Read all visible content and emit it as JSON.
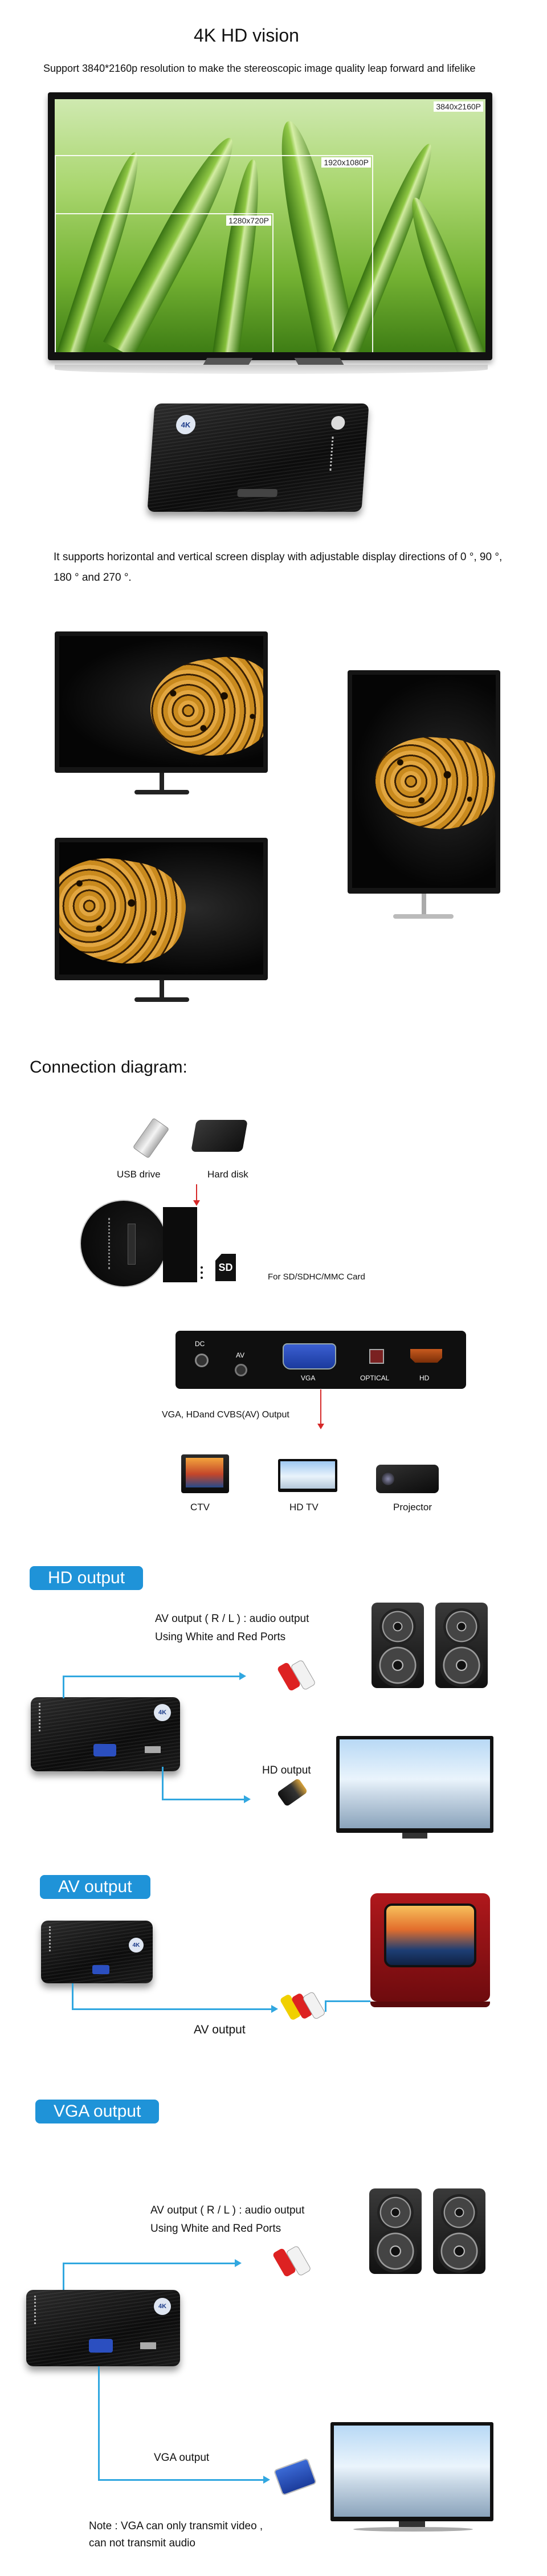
{
  "hero": {
    "title": "4K HD vision",
    "description": "Support 3840*2160p resolution to make the stereoscopic image quality leap forward and lifelike",
    "resolutions": [
      "3840x2160P",
      "1920x1080P",
      "1280x720P"
    ],
    "player_logo": "4K"
  },
  "rotation": {
    "description": "It supports horizontal and vertical screen display with adjustable display directions of 0 °, 90 °, 180 ° and 270 °."
  },
  "connection": {
    "title": "Connection diagram:",
    "usb_label": "USB drive",
    "hdd_label": "Hard disk",
    "sd_icon": "SD",
    "sd_label": "For SD/SDHC/MMC Card",
    "ports": {
      "dc": "DC",
      "av": "AV",
      "vga": "VGA",
      "optical": "OPTICAL",
      "hd": "HD"
    },
    "outputs_label": "VGA, HDand CVBS(AV)  Output",
    "devices": [
      "CTV",
      "HD TV",
      "Projector"
    ]
  },
  "hd_output": {
    "pill": "HD output",
    "av_line1": "AV output ( R / L ) : audio output",
    "av_line2": "Using White and Red Ports",
    "hd_label": "HD output"
  },
  "av_output": {
    "pill": "AV output",
    "av_label": "AV output"
  },
  "vga_output": {
    "pill": "VGA output",
    "av_line1": "AV output ( R / L ) : audio output",
    "av_line2": "Using White and Red Ports",
    "vga_label": "VGA output",
    "note_line1": "Note : VGA can only transmit video ,",
    "note_line2": "can not transmit audio"
  },
  "colors": {
    "accent": "#1f93d8",
    "arrow_red": "#d62828",
    "line_blue": "#31a7e0"
  }
}
